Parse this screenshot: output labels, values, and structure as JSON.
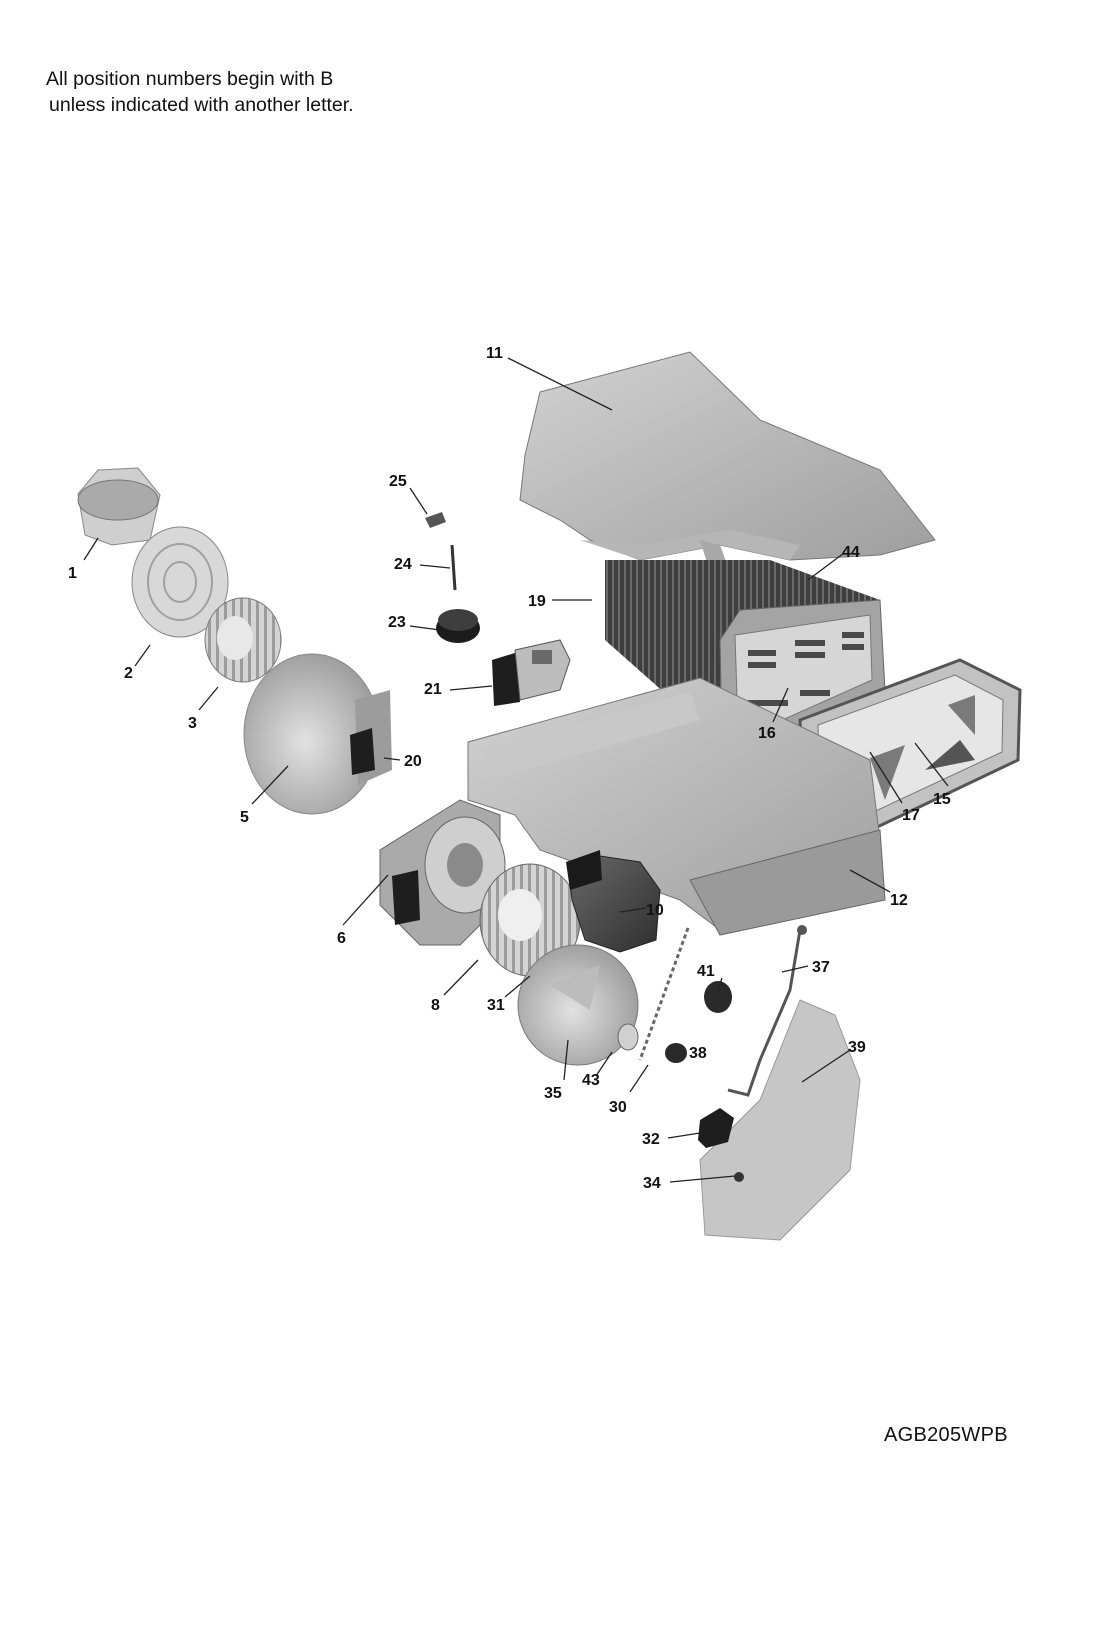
{
  "note": {
    "line1": "All position numbers begin with B",
    "line2": "unless indicated with another letter."
  },
  "model": "AGB205WPB",
  "callouts": [
    {
      "id": "11",
      "label": "11"
    },
    {
      "id": "25",
      "label": "25"
    },
    {
      "id": "1",
      "label": "1"
    },
    {
      "id": "24",
      "label": "24"
    },
    {
      "id": "44",
      "label": "44"
    },
    {
      "id": "19",
      "label": "19"
    },
    {
      "id": "23",
      "label": "23"
    },
    {
      "id": "2",
      "label": "2"
    },
    {
      "id": "21",
      "label": "21"
    },
    {
      "id": "3",
      "label": "3"
    },
    {
      "id": "16",
      "label": "16"
    },
    {
      "id": "20",
      "label": "20"
    },
    {
      "id": "5",
      "label": "5"
    },
    {
      "id": "17",
      "label": "17"
    },
    {
      "id": "15",
      "label": "15"
    },
    {
      "id": "12",
      "label": "12"
    },
    {
      "id": "10",
      "label": "10"
    },
    {
      "id": "6",
      "label": "6"
    },
    {
      "id": "41",
      "label": "41"
    },
    {
      "id": "37",
      "label": "37"
    },
    {
      "id": "8",
      "label": "8"
    },
    {
      "id": "31",
      "label": "31"
    },
    {
      "id": "39",
      "label": "39"
    },
    {
      "id": "38",
      "label": "38"
    },
    {
      "id": "43",
      "label": "43"
    },
    {
      "id": "35",
      "label": "35"
    },
    {
      "id": "30",
      "label": "30"
    },
    {
      "id": "32",
      "label": "32"
    },
    {
      "id": "34",
      "label": "34"
    }
  ]
}
